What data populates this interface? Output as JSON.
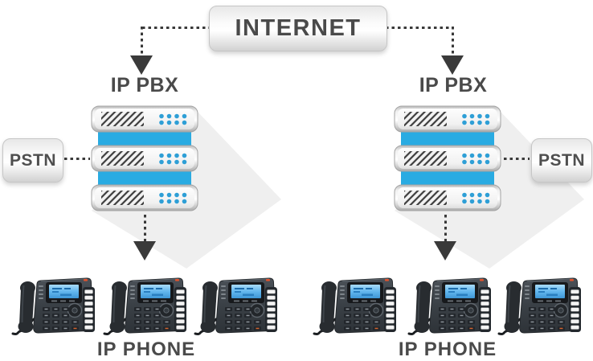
{
  "diagram": {
    "internet": {
      "label": "INTERNET"
    },
    "left": {
      "pbx_label": "IP PBX",
      "pstn_label": "PSTN",
      "phone_label": "IP PHONE",
      "phone_count": 3
    },
    "right": {
      "pbx_label": "IP PBX",
      "pstn_label": "PSTN",
      "phone_label": "IP PHONE",
      "phone_count": 3
    }
  },
  "colors": {
    "band_blue": "#29abe2",
    "dot_blue": "#2e9fd6",
    "arrow": "#3a3a3a",
    "label_text": "#4a4a4a",
    "lcd_blue": "#58b2ec",
    "phone_body": "#3a4046"
  }
}
